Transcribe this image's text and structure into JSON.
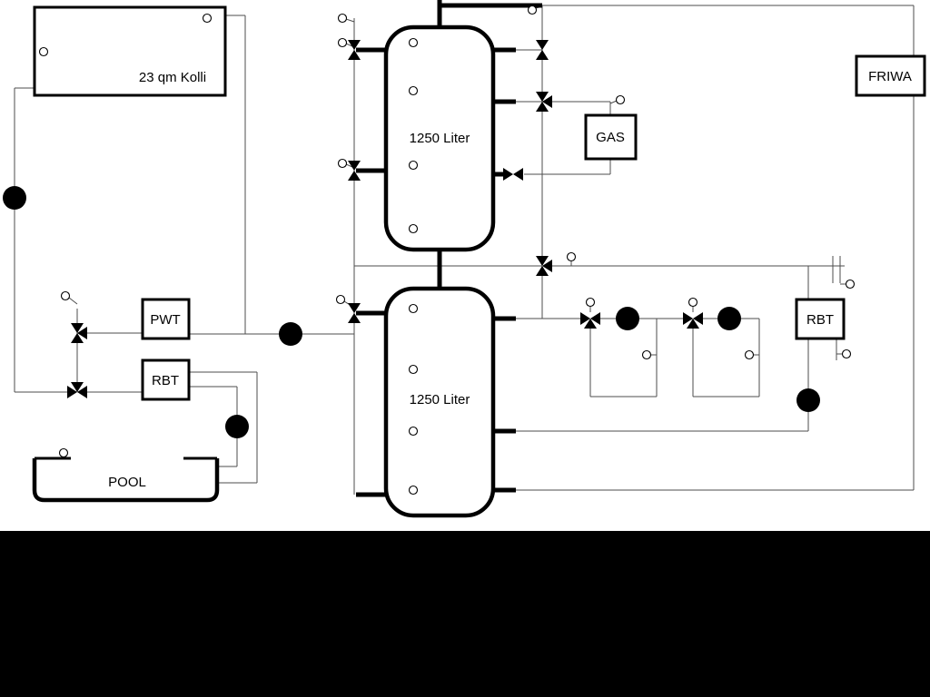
{
  "diagram": {
    "labels": {
      "collector": "23 qm Kolli",
      "buffer_tank_top": "1250 Liter",
      "buffer_tank_bottom": "1250 Liter",
      "gas_boiler": "GAS",
      "friwa": "FRIWA",
      "pwt": "PWT",
      "rbt_left": "RBT",
      "rbt_right": "RBT",
      "pool": "POOL"
    },
    "colors": {
      "ink": "#000000",
      "pipe_thin": "#4d4d4d",
      "background": "#ffffff",
      "footer_band": "#000000"
    }
  }
}
